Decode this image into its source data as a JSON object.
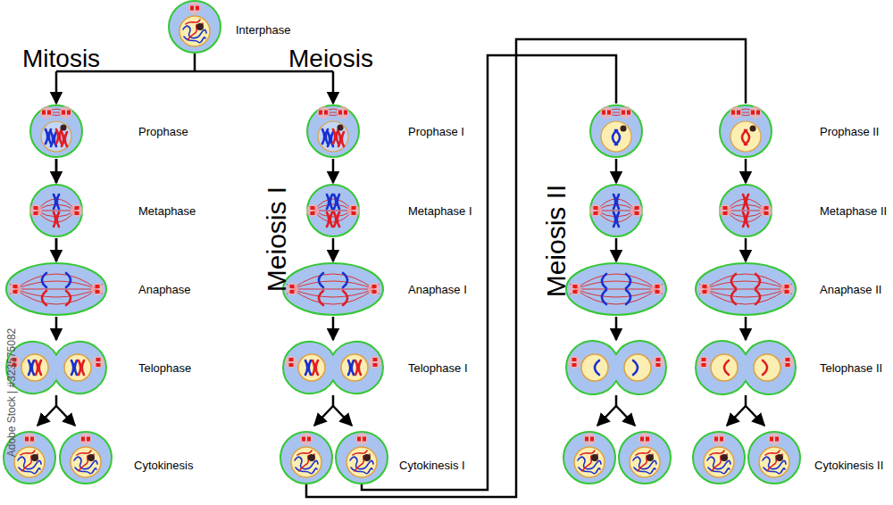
{
  "diagram": {
    "labels": [
      "Interphase",
      "Mitosis",
      "Meiosis",
      "Prophase",
      "Metaphase",
      "Anaphase",
      "Telophase",
      "Cytokinesis",
      "Meiosis I",
      "Prophase I",
      "Metaphase I",
      "Anaphase I",
      "Telophase I",
      "Cytokinesis I",
      "Meiosis II",
      "Prophase II",
      "Metaphase II",
      "Anaphase II",
      "Telophase II",
      "Cytokinesis II",
      "Adobe Stock | #323575082"
    ]
  }
}
